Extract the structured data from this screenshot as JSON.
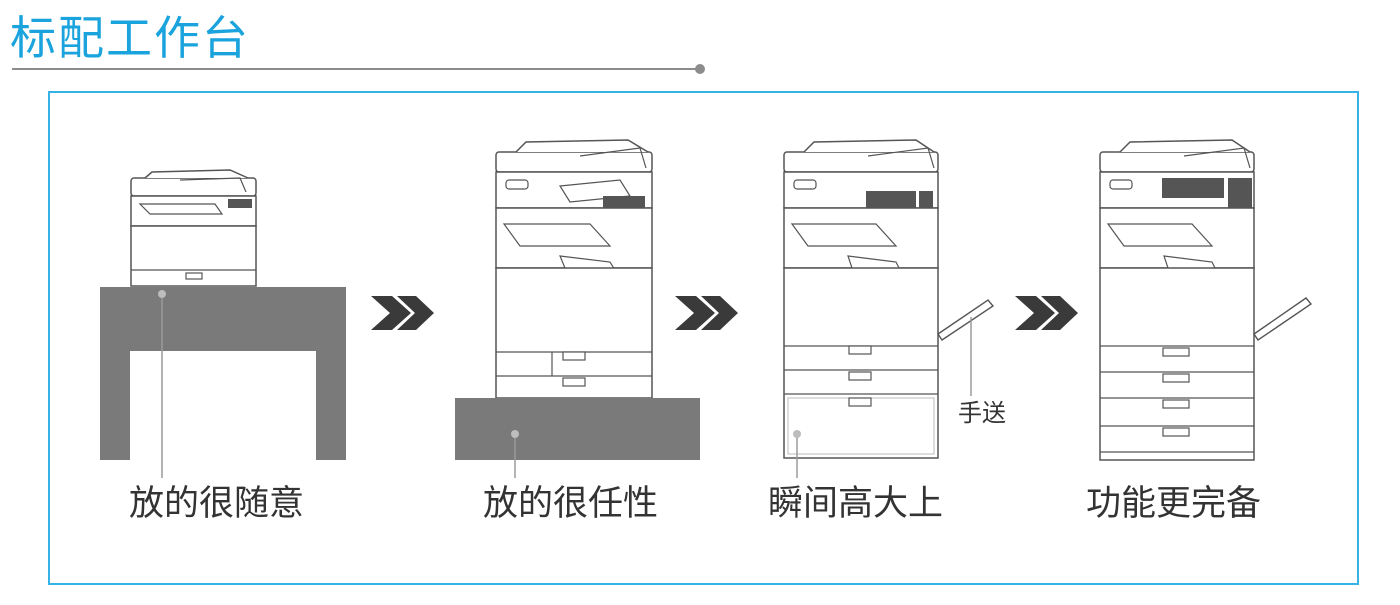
{
  "title": "标配工作台",
  "captions": [
    "放的很随意",
    "放的很任性",
    "瞬间高大上",
    "功能更完备"
  ],
  "manual_feed_label": "手送",
  "colors": {
    "accent": "#1aa3dc",
    "frame": "#35b3e6",
    "stand": "#7a7a7a",
    "arrow": "#3a3a3a",
    "line": "#555555"
  },
  "icons": [
    "printer-icon",
    "table-icon",
    "cabinet-icon",
    "chevron-double-right-icon",
    "manual-feed-tray-icon"
  ]
}
